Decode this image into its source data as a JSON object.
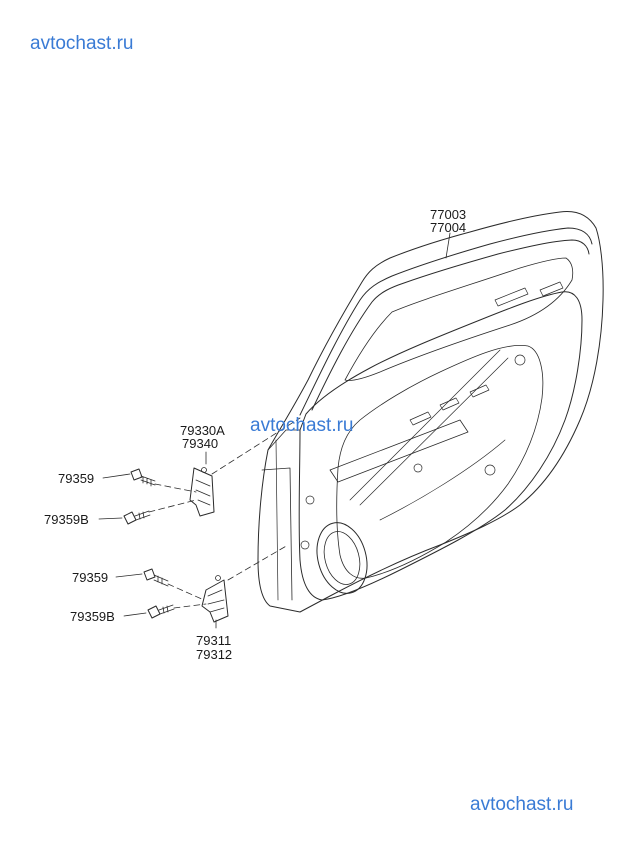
{
  "watermark": {
    "text": "avtochast.ru",
    "color": "#3a7bd5"
  },
  "parts": {
    "door_panel": [
      "77003",
      "77004"
    ],
    "upper_hinge": [
      "79330A",
      "79340"
    ],
    "lower_hinge": [
      "79311",
      "79312"
    ],
    "bolt_a": "79359",
    "bolt_b": "79359B"
  }
}
